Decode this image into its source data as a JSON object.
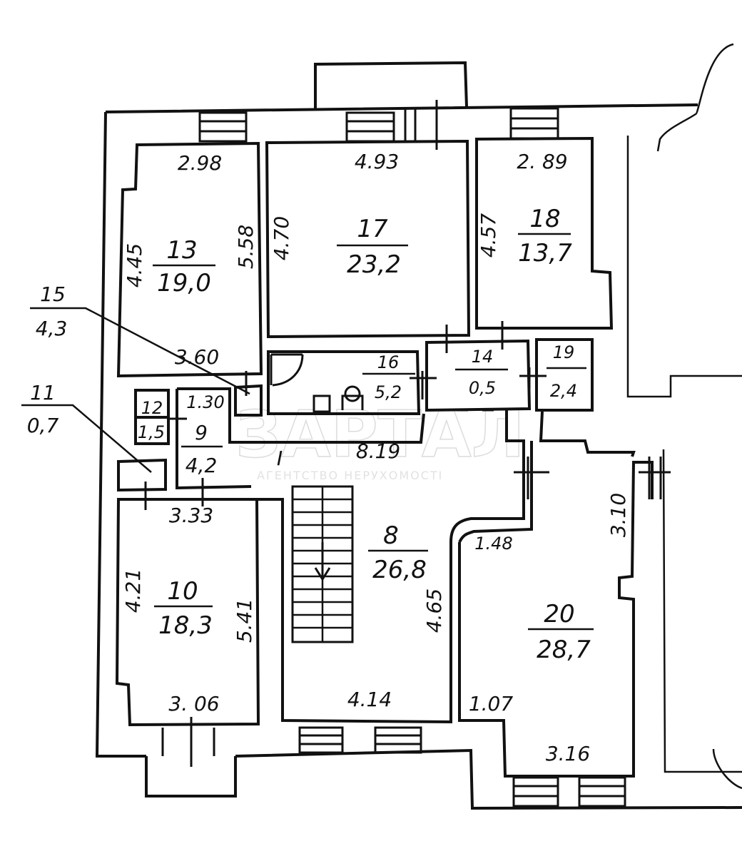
{
  "watermark": {
    "logo": "ЗАРТАЛ",
    "tagline": "АГЕНТСТВО НЕРУХОМОСТІ"
  },
  "rooms": [
    {
      "id": "8",
      "number": "8",
      "area": "26,8"
    },
    {
      "id": "9",
      "number": "9",
      "area": "4,2"
    },
    {
      "id": "10",
      "number": "10",
      "area": "18,3"
    },
    {
      "id": "11",
      "number": "11",
      "area": "0,7"
    },
    {
      "id": "12",
      "number": "12",
      "area": "1,5"
    },
    {
      "id": "13",
      "number": "13",
      "area": "19,0"
    },
    {
      "id": "14",
      "number": "14",
      "area": "0,5"
    },
    {
      "id": "15",
      "number": "15",
      "area": "4,3"
    },
    {
      "id": "16",
      "number": "16",
      "area": "5,2"
    },
    {
      "id": "17",
      "number": "17",
      "area": "23,2"
    },
    {
      "id": "18",
      "number": "18",
      "area": "13,7"
    },
    {
      "id": "19",
      "number": "19",
      "area": "2,4"
    },
    {
      "id": "20",
      "number": "20",
      "area": "28,7"
    }
  ],
  "dimensions": [
    {
      "id": "d13-top",
      "value": "2.98"
    },
    {
      "id": "d13-left",
      "value": "4.45"
    },
    {
      "id": "d13-right",
      "value": "5.58"
    },
    {
      "id": "d13-bottom",
      "value": "3.60"
    },
    {
      "id": "d17-top",
      "value": "4.93"
    },
    {
      "id": "d17-left",
      "value": "4.70"
    },
    {
      "id": "d18-top",
      "value": "2. 89"
    },
    {
      "id": "d18-left",
      "value": "4.57"
    },
    {
      "id": "d9-top",
      "value": "1.30"
    },
    {
      "id": "d-corridor",
      "value": "8.19"
    },
    {
      "id": "d10-top",
      "value": "3.33"
    },
    {
      "id": "d10-left",
      "value": "4.21"
    },
    {
      "id": "d10-right",
      "value": "5.41"
    },
    {
      "id": "d10-bottom",
      "value": "3. 06"
    },
    {
      "id": "d8-right",
      "value": "4.65"
    },
    {
      "id": "d8-bottom",
      "value": "4.14"
    },
    {
      "id": "d20-top",
      "value": "1.48"
    },
    {
      "id": "d20-right",
      "value": "3.10"
    },
    {
      "id": "d20-left",
      "value": "1.07"
    },
    {
      "id": "d20-bottom",
      "value": "3.16"
    },
    {
      "id": "d-corridor-mark",
      "value": "I"
    }
  ]
}
